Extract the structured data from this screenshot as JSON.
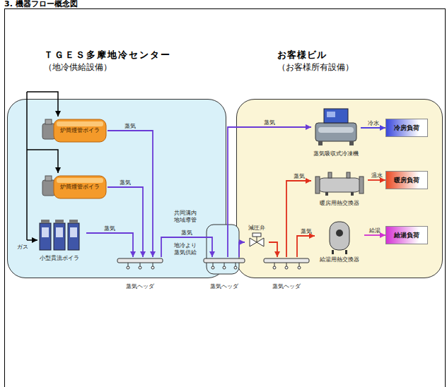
{
  "diagram": {
    "title": "3. 機器フロー概念図",
    "nodes": [
      {
        "text": [
          "ＴＧＥＳ多摩地冷センター",
          "（地冷供給設備）"
        ]
      },
      {
        "text": [
          "炉筒煙管ボイラ"
        ],
        "in": 0
      },
      {
        "text": [
          "炉筒煙管ボイラ"
        ],
        "in": 0
      },
      {
        "text": [
          "小型貫流ボイラ"
        ],
        "in": 0
      },
      {
        "text": [
          "蒸気ヘッダ"
        ],
        "in": 0
      },
      {
        "text": [
          "蒸気ヘッダ"
        ]
      },
      {
        "text": [
          "お客様ビル",
          "（お客様所有設備）"
        ]
      },
      {
        "text": [
          "減圧弁"
        ],
        "in": 6
      },
      {
        "text": [
          "蒸気ヘッダ"
        ],
        "in": 6
      },
      {
        "text": [
          "蒸気吸収式冷凍機"
        ],
        "in": 6
      },
      {
        "text": [
          "冷房負荷"
        ],
        "in": 6
      },
      {
        "text": [
          "暖房用熱交換器"
        ],
        "in": 6
      },
      {
        "text": [
          "暖房負荷"
        ],
        "in": 6
      },
      {
        "text": [
          "給湯用熱交換器"
        ],
        "in": 6
      },
      {
        "text": [
          "給湯負荷"
        ],
        "in": 6
      }
    ],
    "edges": [
      {
        "from": 1,
        "to": 4,
        "label": "蒸気",
        "arrow": "to"
      },
      {
        "from": 2,
        "to": 4,
        "label": "蒸気",
        "arrow": "to"
      },
      {
        "from": 3,
        "to": 4,
        "label": "蒸気",
        "arrow": "to"
      },
      {
        "from": 4,
        "to": 5,
        "label": "蒸気",
        "arrow": "to"
      },
      {
        "from": 5,
        "to": 9,
        "label": "蒸気",
        "arrow": "to"
      },
      {
        "from": 5,
        "to": 7,
        "arrow": "to"
      },
      {
        "from": 7,
        "to": 8,
        "arrow": "to"
      },
      {
        "from": 8,
        "to": 11,
        "label": "蒸気",
        "arrow": "to"
      },
      {
        "from": 8,
        "to": 13,
        "label": "蒸気",
        "arrow": "to"
      },
      {
        "from": 9,
        "to": 10,
        "label": "冷水",
        "arrow": "to"
      },
      {
        "from": 11,
        "to": 12,
        "label": "温水",
        "arrow": "to"
      },
      {
        "from": 13,
        "to": 14,
        "label": "給湯",
        "arrow": "to"
      }
    ],
    "labels": [
      "共同溝内 地域導管",
      "地冷より 蒸気供給",
      "ガス"
    ]
  }
}
